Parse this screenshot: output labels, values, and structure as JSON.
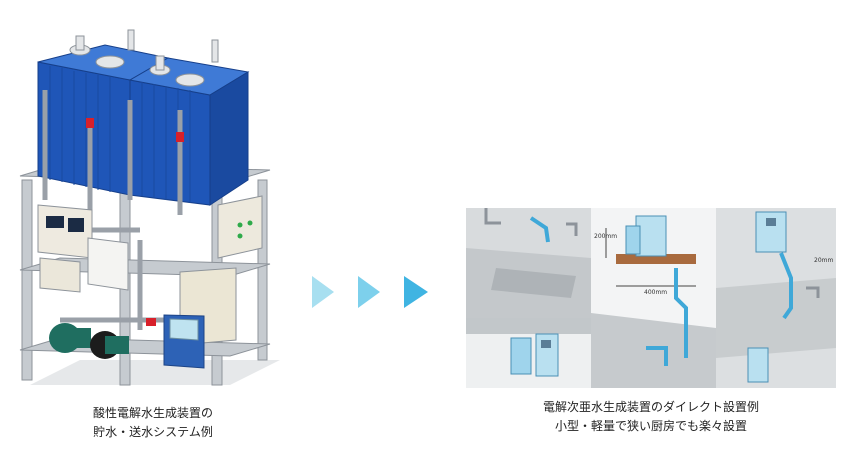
{
  "left_caption": {
    "line1": "酸性電解水生成装置の",
    "line2": "貯水・送水システム例"
  },
  "right_caption": {
    "line1": "電解次亜水生成装置のダイレクト設置例",
    "line2": "小型・軽量で狭い厨房でも楽々設置"
  },
  "dimensions": {
    "height_label": "200mm",
    "width_label": "400mm",
    "side_label": "20mm"
  },
  "colors": {
    "tank_blue": "#1f56b8",
    "arrow_cyan": "#6fcbe8",
    "pipe_gray": "#9aa0a8",
    "valve_red": "#d8202a"
  },
  "icons": [
    "arrow-right-icon",
    "arrow-right-icon",
    "arrow-right-icon"
  ]
}
